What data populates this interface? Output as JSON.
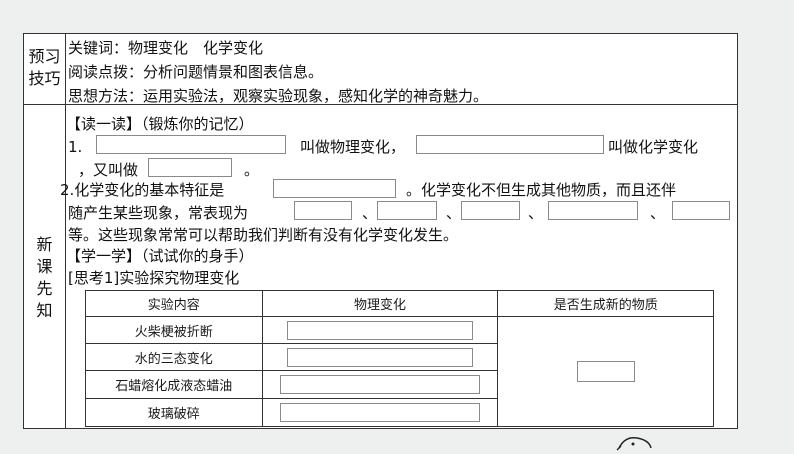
{
  "preview": {
    "label_line1": "预习",
    "label_line2": "技巧",
    "keywords": "关键词：物理变化　化学变化",
    "reading": "阅读点拨：分析问题情景和图表信息。",
    "method": "思想方法：运用实验法，观察实验现象，感知化学的神奇魅力。"
  },
  "new_lesson": {
    "label_chars": [
      "新",
      "课",
      "先",
      "知"
    ],
    "read_heading": "【读一读】（锻炼你的记忆）",
    "q1_num": "1.",
    "q1_mid": "叫做物理变化，",
    "q1_end": "叫做化学变化",
    "q1_line2a": "，又叫做",
    "q1_line2b": "。",
    "q2_a": "2.化学变化的基本特征是",
    "q2_b": "。化学变化不但生成其他物质，而且还伴",
    "q2_line2a": "随产生某些现象，常表现为",
    "sep": "、",
    "q2_line3": "等。这些现象常常可以帮助我们判断有没有化学变化发生。",
    "learn_heading": "【学一学】（试试你的身手）",
    "think_heading": "[思考1]实验探究物理变化"
  },
  "table": {
    "headers": [
      "实验内容",
      "物理变化",
      "是否生成新的物质"
    ],
    "rows": [
      "火柴梗被折断",
      "水的三态变化",
      "石蜡熔化成液态蜡油",
      "玻璃破碎"
    ]
  }
}
